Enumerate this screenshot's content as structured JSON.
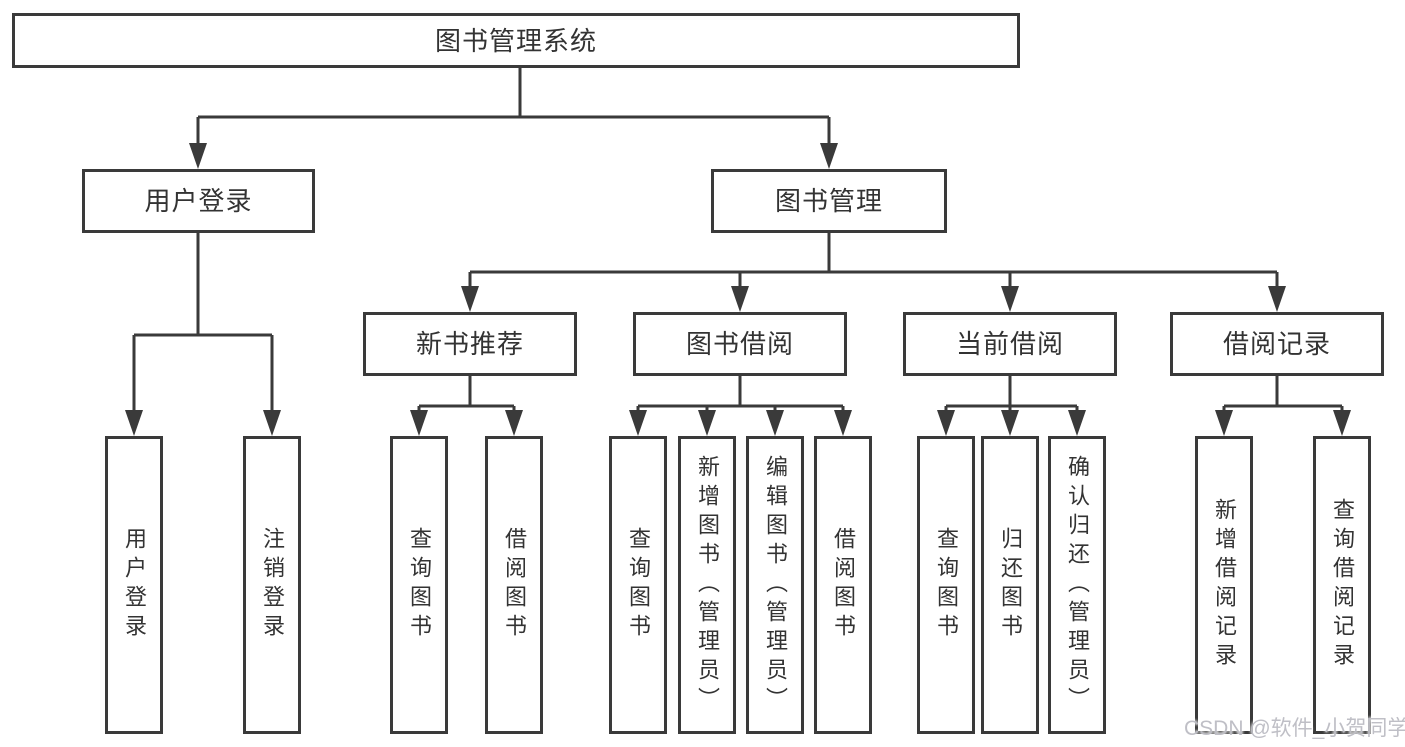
{
  "root": {
    "label": "图书管理系统"
  },
  "level2": {
    "user_login": {
      "label": "用户登录"
    },
    "book_management": {
      "label": "图书管理"
    }
  },
  "level3": {
    "new_books": {
      "label": "新书推荐"
    },
    "book_borrow": {
      "label": "图书借阅"
    },
    "current_borrow": {
      "label": "当前借阅"
    },
    "borrow_records": {
      "label": "借阅记录"
    }
  },
  "leaves": {
    "user_login": [
      "用户登录",
      "注销登录"
    ],
    "new_books": [
      "查询图书",
      "借阅图书"
    ],
    "book_borrow": [
      "查询图书",
      "新增图书（管理员）",
      "编辑图书（管理员）",
      "借阅图书"
    ],
    "current_borrow": [
      "查询图书",
      "归还图书",
      "确认归还（管理员）"
    ],
    "borrow_records": [
      "新增借阅记录",
      "查询借阅记录"
    ]
  },
  "watermark": "CSDN @软件_小贺同学",
  "colors": {
    "line": "#3a3a3a",
    "text": "#333333",
    "watermark": "#bcbcc3"
  }
}
